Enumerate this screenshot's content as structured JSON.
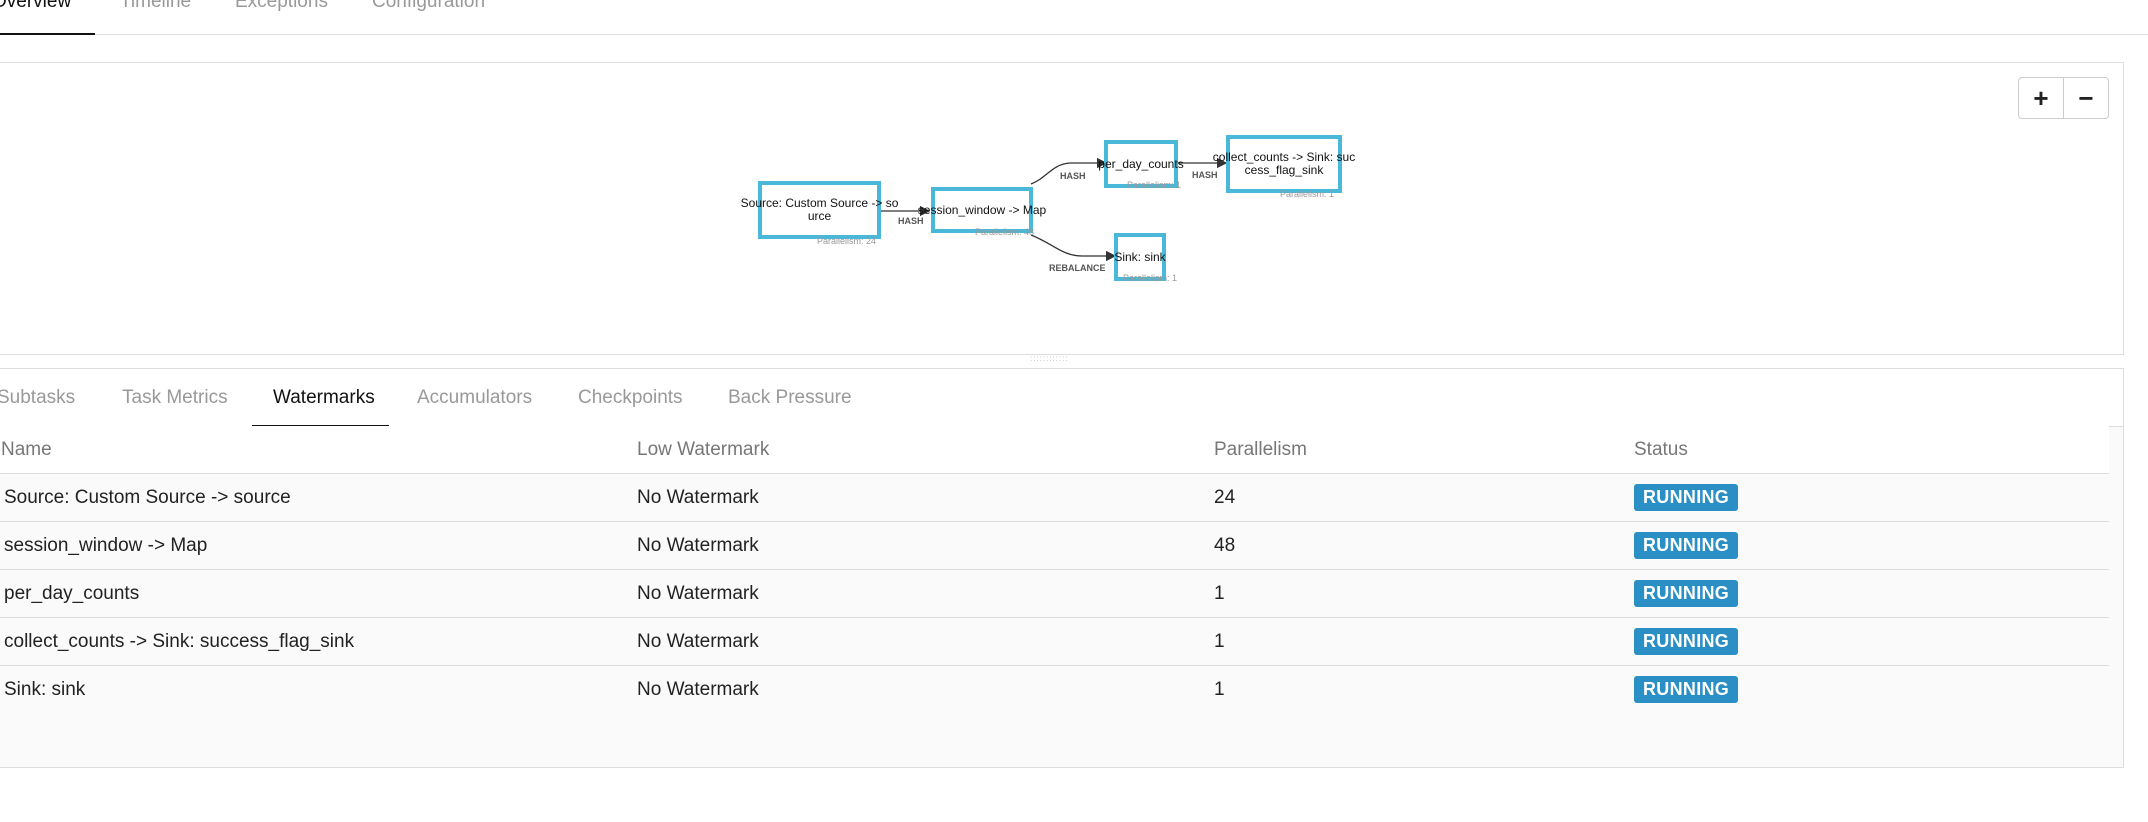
{
  "top_tabs": [
    {
      "label": "Overview",
      "active": true
    },
    {
      "label": "Timeline",
      "active": false
    },
    {
      "label": "Exceptions",
      "active": false
    },
    {
      "label": "Configuration",
      "active": false
    }
  ],
  "plan": {
    "zoom_in": "+",
    "zoom_out": "−",
    "nodes": [
      {
        "id": "source",
        "line1": "Source: Custom Source -> so",
        "line2": "urce",
        "parallelism": "Parallelism: 24"
      },
      {
        "id": "session",
        "line1": "session_window -> Map",
        "line2": "",
        "parallelism": "Parallelism: 48"
      },
      {
        "id": "perday",
        "line1": "per_day_counts",
        "line2": "",
        "parallelism": "Parallelism: 1"
      },
      {
        "id": "collect",
        "line1": "collect_counts -> Sink: suc",
        "line2": "cess_flag_sink",
        "parallelism": "Parallelism: 1"
      },
      {
        "id": "sink",
        "line1": "Sink: sink",
        "line2": "",
        "parallelism": "Parallelism: 1"
      }
    ],
    "edges": [
      {
        "label": "HASH"
      },
      {
        "label": "HASH"
      },
      {
        "label": "HASH"
      },
      {
        "label": "REBALANCE"
      }
    ]
  },
  "sub_tabs": [
    {
      "label": "Subtasks",
      "active": false
    },
    {
      "label": "Task Metrics",
      "active": false
    },
    {
      "label": "Watermarks",
      "active": true
    },
    {
      "label": "Accumulators",
      "active": false
    },
    {
      "label": "Checkpoints",
      "active": false
    },
    {
      "label": "Back Pressure",
      "active": false
    }
  ],
  "table": {
    "headers": [
      "Name",
      "Low Watermark",
      "Parallelism",
      "Status"
    ],
    "rows": [
      {
        "name": "Source: Custom Source -> source",
        "low_watermark": "No Watermark",
        "parallelism": "24",
        "status": "RUNNING"
      },
      {
        "name": "session_window -> Map",
        "low_watermark": "No Watermark",
        "parallelism": "48",
        "status": "RUNNING"
      },
      {
        "name": "per_day_counts",
        "low_watermark": "No Watermark",
        "parallelism": "1",
        "status": "RUNNING"
      },
      {
        "name": "collect_counts -> Sink: success_flag_sink",
        "low_watermark": "No Watermark",
        "parallelism": "1",
        "status": "RUNNING"
      },
      {
        "name": "Sink: sink",
        "low_watermark": "No Watermark",
        "parallelism": "1",
        "status": "RUNNING"
      }
    ]
  },
  "colors": {
    "accent": "#4ab8d8",
    "badge": "#2a8fc4"
  }
}
